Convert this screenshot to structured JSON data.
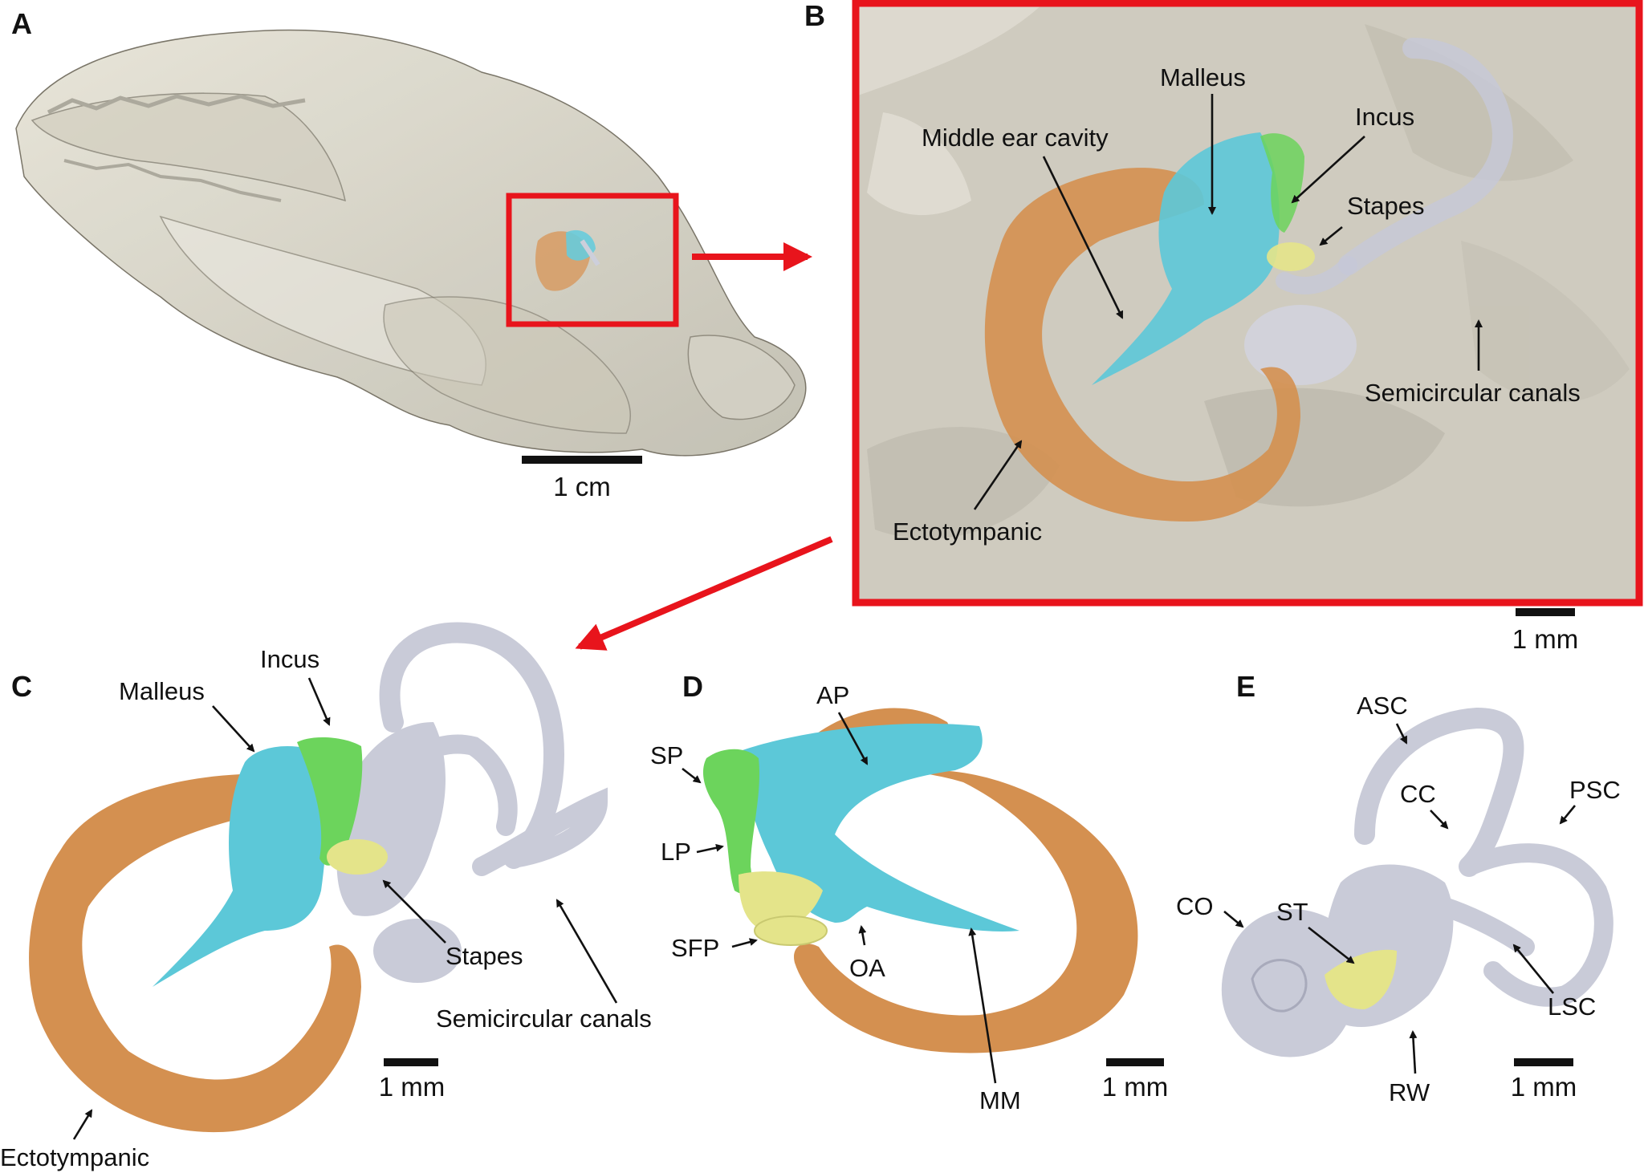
{
  "panels": {
    "a": {
      "letter": "A",
      "scale_label": "1 cm"
    },
    "b": {
      "letter": "B",
      "labels": {
        "malleus": "Malleus",
        "middle_ear_cavity": "Middle ear cavity",
        "incus": "Incus",
        "stapes": "Stapes",
        "semicircular_canals": "Semicircular canals",
        "ectotympanic": "Ectotympanic"
      },
      "scale_label": "1 mm"
    },
    "c": {
      "letter": "C",
      "labels": {
        "malleus": "Malleus",
        "incus": "Incus",
        "stapes": "Stapes",
        "semicircular_canals": "Semicircular canals",
        "ectotympanic": "Ectotympanic"
      },
      "scale_label": "1 mm"
    },
    "d": {
      "letter": "D",
      "labels": {
        "ap": "AP",
        "sp": "SP",
        "lp": "LP",
        "sfp": "SFP",
        "oa": "OA",
        "mm": "MM"
      },
      "scale_label": "1 mm"
    },
    "e": {
      "letter": "E",
      "labels": {
        "asc": "ASC",
        "cc": "CC",
        "psc": "PSC",
        "co": "CO",
        "st": "ST",
        "lsc": "LSC",
        "rw": "RW"
      },
      "scale_label": "1 mm"
    }
  },
  "colors": {
    "malleus": "#5cc8d8",
    "incus": "#6cd45c",
    "stapes": "#e4e48a",
    "ectotympanic": "#d49050",
    "inner_ear": "#c9cbd8",
    "skull": "#d9d6c8",
    "highlight": "#e8141c"
  }
}
